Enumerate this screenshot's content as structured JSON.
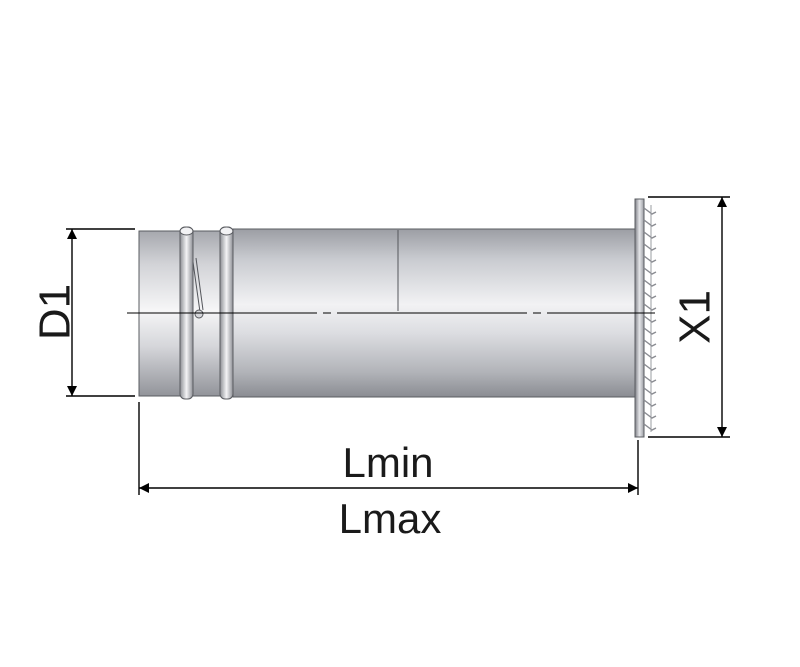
{
  "labels": {
    "diameter": "D1",
    "length_min": "Lmin",
    "length_max": "Lmax",
    "terminal_height": "X1"
  },
  "colors": {
    "line": "#000000",
    "pipe_light": "#ececee",
    "pipe_mid": "#b9bbc0",
    "pipe_dark": "#8e9096",
    "outline": "#5a5c61",
    "grille": "#9ea0a6"
  }
}
